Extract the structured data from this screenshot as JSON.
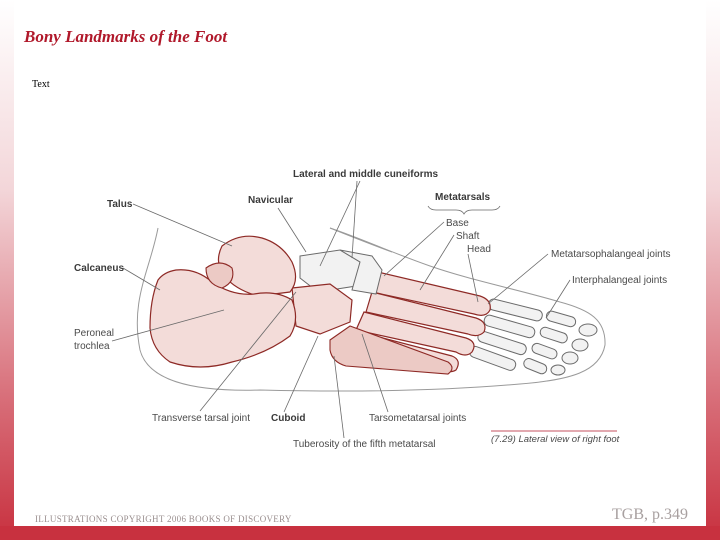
{
  "slide": {
    "title": "Bony Landmarks of the Foot",
    "bullet_text": "Text",
    "footer_copyright": "ILLUSTRATIONS COPYRIGHT 2006 BOOKS OF DISCOVERY",
    "footer_page": "TGB, p.349"
  },
  "figure": {
    "labels": {
      "talus": "Talus",
      "navicular": "Navicular",
      "lateral_middle_cuneiforms": "Lateral and middle cuneiforms",
      "metatarsals": "Metatarsals",
      "base": "Base",
      "shaft": "Shaft",
      "head": "Head",
      "calcaneus": "Calcaneus",
      "mtp_joints": "Metatarsophalangeal joints",
      "ip_joints": "Interphalangeal joints",
      "peroneal_trochlea_1": "Peroneal",
      "peroneal_trochlea_2": "trochlea",
      "transverse_tarsal_joint": "Transverse tarsal joint",
      "cuboid": "Cuboid",
      "tarsometatarsal_joints": "Tarsometatarsal joints",
      "tuberosity_fifth_metatarsal": "Tuberosity of the fifth metatarsal"
    },
    "caption": "(7.29) Lateral view of right foot"
  },
  "colors": {
    "title": "#b0182a",
    "border": "#c8313f",
    "bone_outline": "#8e2a26"
  }
}
